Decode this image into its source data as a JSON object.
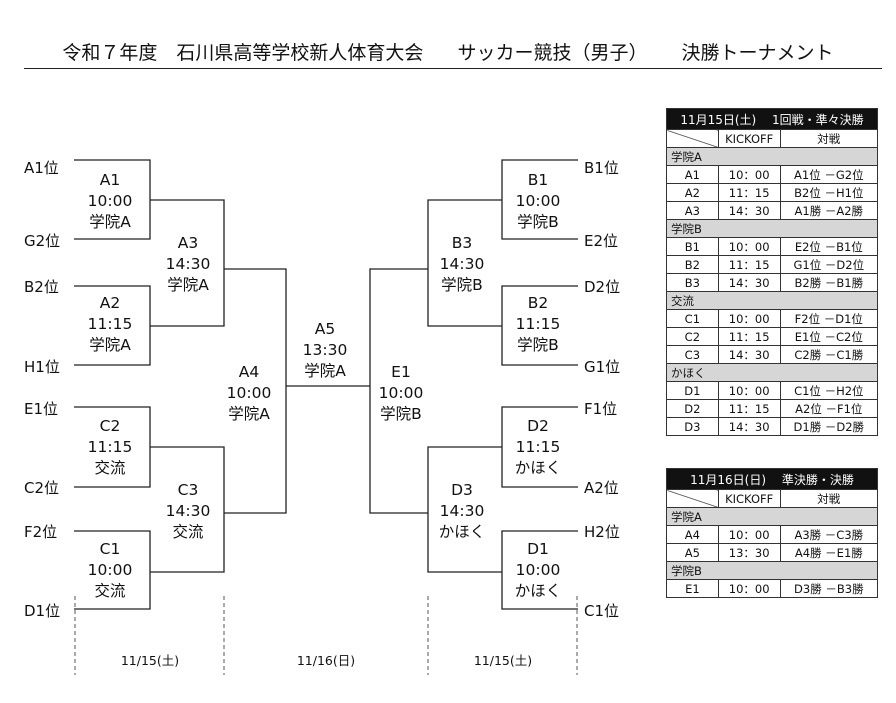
{
  "title": {
    "part1": "令和７年度　石川県高等学校新人体育大会",
    "part2": "サッカー競技（男子）",
    "part3": "決勝トーナメント"
  },
  "seeds": {
    "A1": "A1位",
    "G2": "G2位",
    "B2": "B2位",
    "H1": "H1位",
    "E1": "E1位",
    "C2": "C2位",
    "F2": "F2位",
    "D1": "D1位",
    "B1": "B1位",
    "E2": "E2位",
    "D2": "D2位",
    "G1": "G1位",
    "F1": "F1位",
    "A2": "A2位",
    "H2": "H2位",
    "C1": "C1位"
  },
  "matches": {
    "A1": {
      "code": "A1",
      "time": "10:00",
      "venue": "学院A"
    },
    "A2": {
      "code": "A2",
      "time": "11:15",
      "venue": "学院A"
    },
    "A3": {
      "code": "A3",
      "time": "14:30",
      "venue": "学院A"
    },
    "C2": {
      "code": "C2",
      "time": "11:15",
      "venue": "交流"
    },
    "C1": {
      "code": "C1",
      "time": "10:00",
      "venue": "交流"
    },
    "C3": {
      "code": "C3",
      "time": "14:30",
      "venue": "交流"
    },
    "A4": {
      "code": "A4",
      "time": "10:00",
      "venue": "学院A"
    },
    "A5": {
      "code": "A5",
      "time": "13:30",
      "venue": "学院A"
    },
    "E1": {
      "code": "E1",
      "time": "10:00",
      "venue": "学院B"
    },
    "B1": {
      "code": "B1",
      "time": "10:00",
      "venue": "学院B"
    },
    "B2": {
      "code": "B2",
      "time": "11:15",
      "venue": "学院B"
    },
    "B3": {
      "code": "B3",
      "time": "14:30",
      "venue": "学院B"
    },
    "D2": {
      "code": "D2",
      "time": "11:15",
      "venue": "かほく"
    },
    "D1": {
      "code": "D1",
      "time": "10:00",
      "venue": "かほく"
    },
    "D3": {
      "code": "D3",
      "time": "14:30",
      "venue": "かほく"
    }
  },
  "days": {
    "left": "11/15(土)",
    "center": "11/16(日)",
    "right": "11/15(土)"
  },
  "schedule1": {
    "date": "11月15日(土)",
    "round": "1回戦・準々決勝",
    "kickoff": "KICKOFF",
    "matchup": "対戦",
    "groups": [
      {
        "name": "学院A",
        "rows": [
          [
            "A1",
            "10：00",
            "A1位 －G2位"
          ],
          [
            "A2",
            "11：15",
            "B2位 －H1位"
          ],
          [
            "A3",
            "14：30",
            "A1勝 －A2勝"
          ]
        ]
      },
      {
        "name": "学院B",
        "rows": [
          [
            "B1",
            "10：00",
            "E2位 －B1位"
          ],
          [
            "B2",
            "11：15",
            "G1位 －D2位"
          ],
          [
            "B3",
            "14：30",
            "B2勝 －B1勝"
          ]
        ]
      },
      {
        "name": "交流",
        "rows": [
          [
            "C1",
            "10：00",
            "F2位 －D1位"
          ],
          [
            "C2",
            "11：15",
            "E1位 －C2位"
          ],
          [
            "C3",
            "14：30",
            "C2勝 －C1勝"
          ]
        ]
      },
      {
        "name": "かほく",
        "rows": [
          [
            "D1",
            "10：00",
            "C1位 －H2位"
          ],
          [
            "D2",
            "11：15",
            "A2位 －F1位"
          ],
          [
            "D3",
            "14：30",
            "D1勝 －D2勝"
          ]
        ]
      }
    ]
  },
  "schedule2": {
    "date": "11月16日(日)",
    "round": "準決勝・決勝",
    "kickoff": "KICKOFF",
    "matchup": "対戦",
    "groups": [
      {
        "name": "学院A",
        "rows": [
          [
            "A4",
            "10：00",
            "A3勝 －C3勝"
          ],
          [
            "A5",
            "13：30",
            "A4勝 －E1勝"
          ]
        ]
      },
      {
        "name": "学院B",
        "rows": [
          [
            "E1",
            "10：00",
            "D3勝 －B3勝"
          ]
        ]
      }
    ]
  }
}
